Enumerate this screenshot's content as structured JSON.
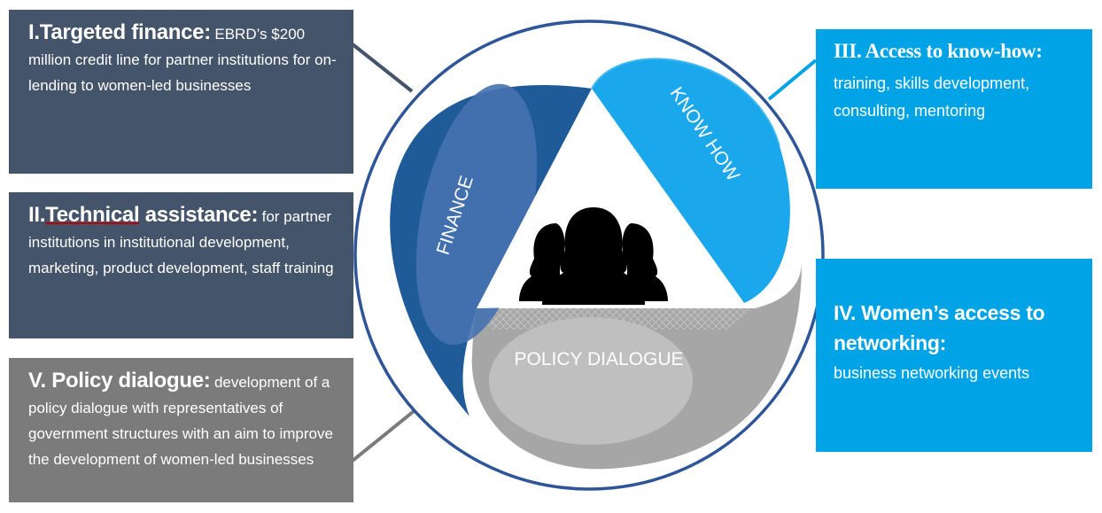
{
  "boxes": {
    "finance": {
      "heading": "I.Targeted finance:",
      "text": "EBRD’s $200 million credit line for partner institutions for on-lending to women-led businesses"
    },
    "technical": {
      "heading_part1": "II.",
      "heading_part2": "Technical",
      "heading_part3": " assistance:",
      "text": "for partner institutions in institutional development, marketing, product development, staff training"
    },
    "policy": {
      "heading": "V. Policy dialogue:",
      "text": "development of a policy dialogue with representatives of government structures with an aim to improve the development of women-led businesses"
    },
    "knowhow": {
      "heading": "III.  Access to know-how:",
      "text": "training, skills development, consulting, mentoring"
    },
    "networking": {
      "heading": "IV. Women’s access to networking:",
      "text": "business networking events"
    }
  },
  "cycle": {
    "finance_label": "FINANCE",
    "knowhow_label": "KNOW HOW",
    "policy_label": "POLICY DIALOGUE",
    "center_icon": "women-group-icon"
  },
  "colors": {
    "dark_box": "#44546a",
    "grey_box": "#7b7b7b",
    "blue_box": "#00a3e6",
    "finance_segment": "#1f5a99",
    "knowhow_segment": "#1aa7ec",
    "policy_segment": "#a6a6a6",
    "ring": "#2e5597"
  }
}
